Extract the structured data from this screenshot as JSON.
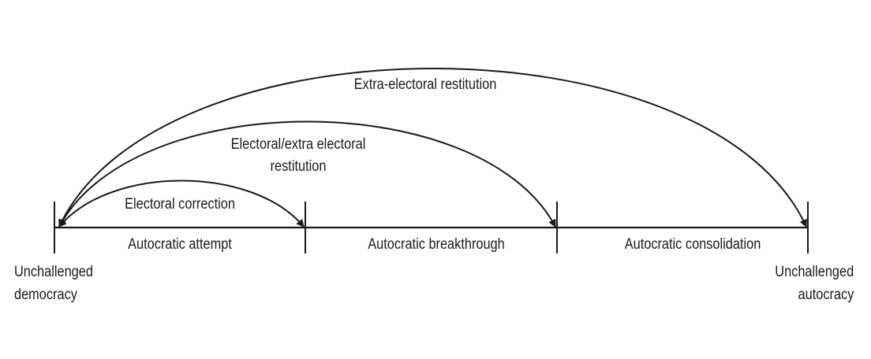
{
  "colors": {
    "stroke": "#1a1a1a",
    "background": "#ffffff"
  },
  "arcs": {
    "extra_electoral": "Extra-electoral restitution",
    "mixed_line1": "Electoral/extra electoral",
    "mixed_line2": "restitution",
    "electoral_correction": "Electoral correction"
  },
  "stages": [
    {
      "label": "Autocratic attempt"
    },
    {
      "label": "Autocratic breakthrough"
    },
    {
      "label": "Autocratic consolidation"
    }
  ],
  "endpoints": {
    "left_line1": "Unchallenged",
    "left_line2": "democracy",
    "right_line1": "Unchallenged",
    "right_line2": "autocracy"
  }
}
